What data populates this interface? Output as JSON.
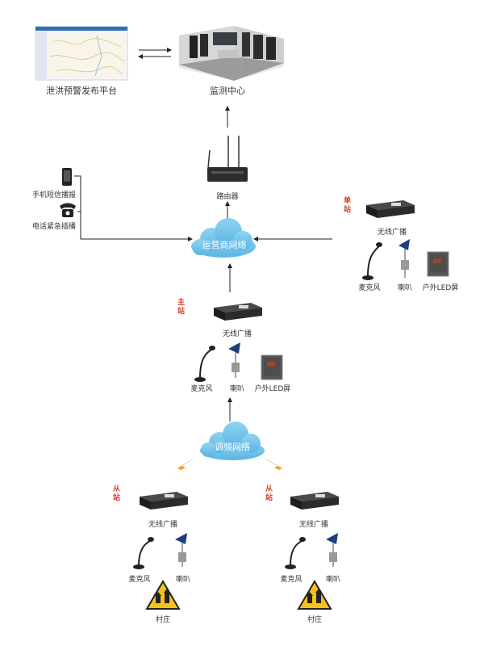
{
  "top": {
    "platform_label": "泄洪预警发布平台",
    "monitor_label": "监测中心"
  },
  "router_label": "路由器",
  "side_inputs": {
    "sms_label": "手机短信播报",
    "phone_label": "电话紧急插播"
  },
  "operator_network": "运营商网络",
  "fm_network": "调频网络",
  "single_station": {
    "tag": "单站",
    "broadcast": "无线广播",
    "mic": "麦克风",
    "speaker": "喇叭",
    "led": "户外LED屏"
  },
  "main_station": {
    "tag": "主站",
    "broadcast": "无线广播",
    "mic": "麦克风",
    "speaker": "喇叭",
    "led": "户外LED屏"
  },
  "slave_stations": [
    {
      "tag": "从站",
      "broadcast": "无线广播",
      "mic": "麦克风",
      "speaker": "喇叭",
      "village": "村庄"
    },
    {
      "tag": "从站",
      "broadcast": "无线广播",
      "mic": "麦克风",
      "speaker": "喇叭",
      "village": "村庄"
    }
  ],
  "colors": {
    "box_bg": "#f5ecdc",
    "tag_red": "#e0351e",
    "cloud_blue": "#6fc2e8",
    "lightning": "#f5a21b",
    "line": "#222222"
  }
}
